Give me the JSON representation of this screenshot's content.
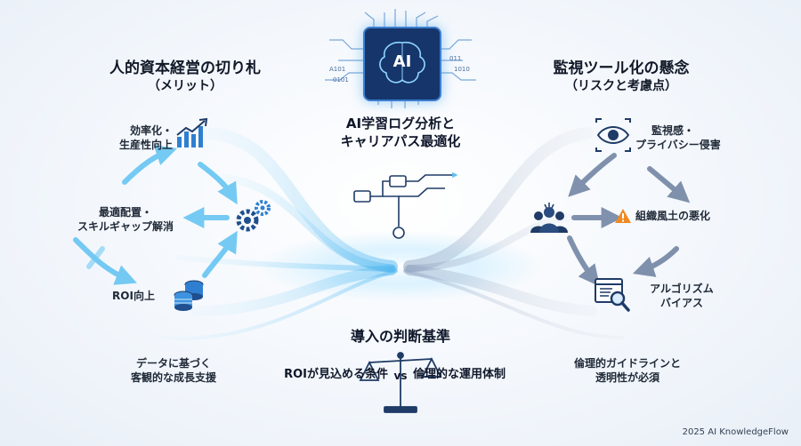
{
  "left": {
    "heading": "人的資本経営の切り札",
    "subheading": "（メリット）",
    "items": [
      {
        "line1": "効率化・",
        "line2": "生産性向上",
        "icon": "bar-chart-up-icon"
      },
      {
        "line1": "最適配置・",
        "line2": "スキルギャップ解消",
        "icon": "gears-icon"
      },
      {
        "line1": "ROI向上",
        "line2": "",
        "icon": "coin-stack-icon"
      }
    ],
    "bottom": {
      "line1": "データに基づく",
      "line2": "客観的な成長支援"
    }
  },
  "right": {
    "heading": "監視ツール化の懸念",
    "subheading": "（リスクと考慮点）",
    "items": [
      {
        "line1": "監視感・",
        "line2": "プライバシー侵害",
        "icon": "eye-icon"
      },
      {
        "line1": "組織風土の悪化",
        "line2": "",
        "icon": "warning-icon"
      },
      {
        "line1": "アルゴリズム",
        "line2": "バイアス",
        "icon": "document-search-icon"
      }
    ],
    "people_icon": "group-people-icon",
    "bottom": {
      "line1": "倫理的ガイドラインと",
      "line2": "透明性が必須"
    }
  },
  "center": {
    "chip_label": "AI",
    "chip_icon": "ai-brain-chip-icon",
    "binary": [
      "A101",
      "011",
      "1010",
      "0101"
    ],
    "title_line1": "AI学習ログ分析と",
    "title_line2": "キャリアパス最適化",
    "path_icon": "career-path-icon",
    "judge_title": "導入の判断基準",
    "compare_left": "ROIが見込める条件",
    "vs": "vs",
    "compare_right": "倫理的な運用体制",
    "scale_icon": "balance-scale-icon"
  },
  "colors": {
    "left_flow": "#5ec2f2",
    "right_flow": "#6b7f9e",
    "chip_bg": "#16356b",
    "warning": "#f08a24"
  },
  "footer": "2025 AI KnowledgeFlow"
}
